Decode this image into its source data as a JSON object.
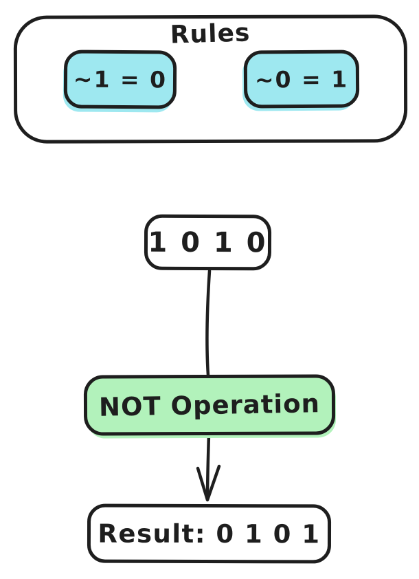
{
  "colors": {
    "canvas_background": "#ffffff",
    "stroke": "#1e1e1e",
    "rule_fill": "#9ee8f0",
    "operation_fill": "#b2f2bb",
    "node_fill": "#ffffff"
  },
  "rules_group": {
    "title": "Rules",
    "items": [
      {
        "label": "~1 = 0",
        "fill": "#9ee8f0"
      },
      {
        "label": "~0 = 1",
        "fill": "#9ee8f0"
      }
    ]
  },
  "input_node": {
    "label": "1 0 1 0"
  },
  "operation_node": {
    "label": "NOT Operation"
  },
  "result_node": {
    "label": "Result: 0 1 0 1"
  }
}
